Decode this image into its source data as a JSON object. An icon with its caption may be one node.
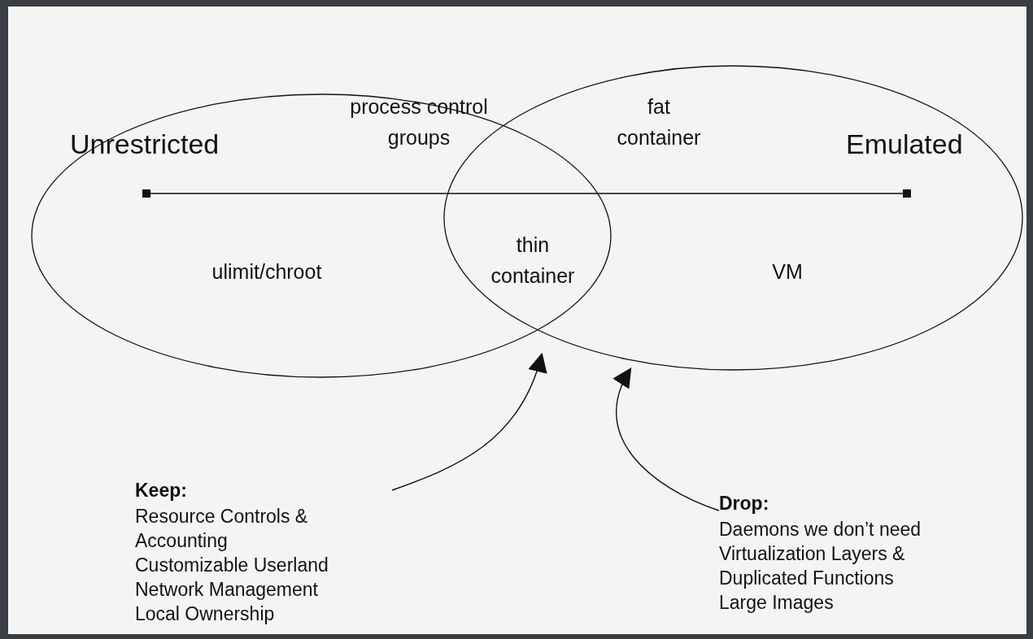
{
  "diagram": {
    "nodes": [
      {
        "text": [
          "Unrestricted"
        ]
      },
      {
        "text": [
          "Emulated"
        ]
      },
      {
        "text": [
          "process control groups"
        ],
        "in": 0
      },
      {
        "text": [
          "ulimit/chroot"
        ],
        "in": 0
      },
      {
        "text": [
          "thin container"
        ]
      },
      {
        "text": [
          "fat container"
        ],
        "in": 1
      },
      {
        "text": [
          "VM"
        ],
        "in": 1
      },
      {
        "text": [
          "Keep:",
          "Resource Controls & Accounting",
          "Customizable Userland",
          "Network Management",
          "Local Ownership"
        ]
      },
      {
        "text": [
          "Drop:",
          "Daemons we don’t need",
          "Virtualization Layers & Duplicated Functions",
          "Large Images"
        ]
      }
    ],
    "edges": [
      {
        "from": 7,
        "to": 4,
        "arrow": "to"
      },
      {
        "from": 8,
        "to": 1,
        "arrow": "to"
      }
    ]
  }
}
